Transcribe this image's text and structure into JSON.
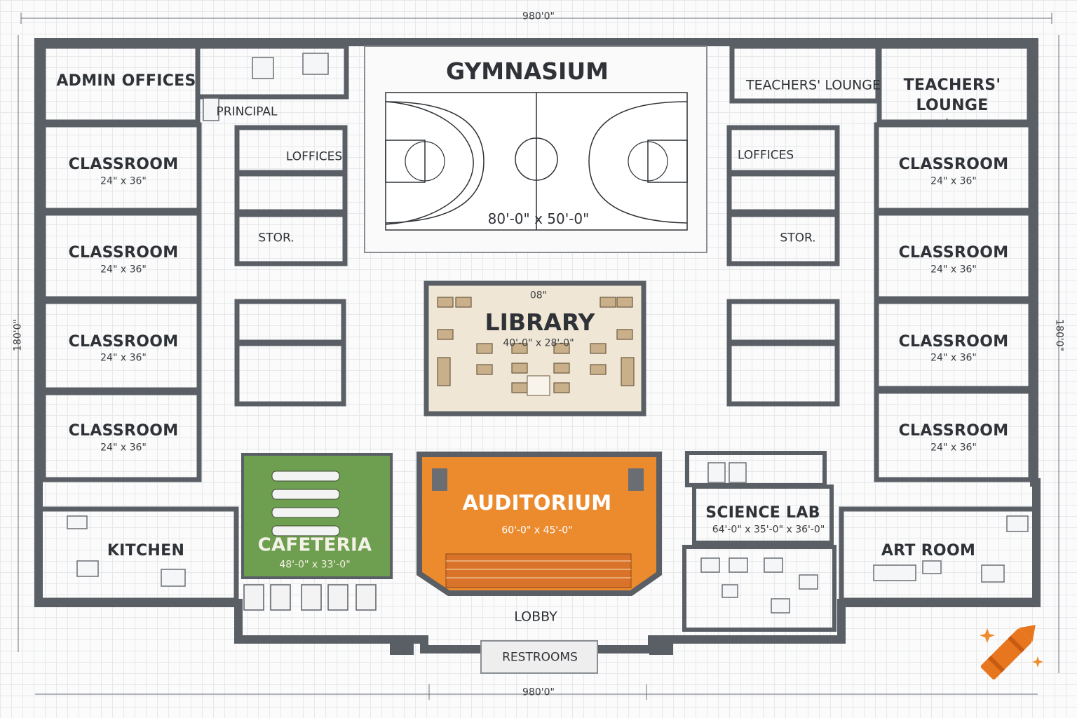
{
  "dimensions": {
    "top": "980'0\"",
    "bottom": "980'0\"",
    "left": "180'0\"",
    "right": "180'0\""
  },
  "rooms": {
    "admin_offices": {
      "name": "ADMIN OFFICES"
    },
    "principal": {
      "name": "PRINCIPAL"
    },
    "gymnasium": {
      "name": "GYMNASIUM",
      "size": "80'-0\" x 50'-0\""
    },
    "teachers_lounge_small": {
      "name": "TEACHERS' LOUNGE"
    },
    "teachers_lounge": {
      "name_line1": "TEACHERS'",
      "name_line2": "LOUNGE"
    },
    "offices_left": {
      "name": "LOFFICES"
    },
    "offices_right": {
      "name": "LOFFICES"
    },
    "storage_left": {
      "name": "STOR."
    },
    "storage_right": {
      "name": "STOR."
    },
    "classrooms_left": [
      {
        "name": "CLASSROOM",
        "size": "24\" x 36\""
      },
      {
        "name": "CLASSROOM",
        "size": "24\" x 36\""
      },
      {
        "name": "CLASSROOM",
        "size": "24\" x 36\""
      },
      {
        "name": "CLASSROOM",
        "size": "24\" x 36\""
      }
    ],
    "classrooms_right": [
      {
        "name": "CLASSROOM",
        "size": "24\" x 36\""
      },
      {
        "name": "CLASSROOM",
        "size": "24\" x 36\""
      },
      {
        "name": "CLASSROOM",
        "size": "24\" x 36\""
      },
      {
        "name": "CLASSROOM",
        "size": "24\" x 36\""
      }
    ],
    "library": {
      "name": "LIBRARY",
      "size": "40'-0\" x 28'-0\"",
      "tag": "08\""
    },
    "kitchen": {
      "name": "KITCHEN"
    },
    "cafeteria": {
      "name": "CAFETERIA",
      "size": "48'-0\" x 33'-0\""
    },
    "auditorium": {
      "name": "AUDITORIUM",
      "size": "60'-0\" x 45'-0\""
    },
    "science_lab": {
      "name": "SCIENCE LAB",
      "size": "64'-0\" x 35'-0\" x 36'-0\""
    },
    "art_room": {
      "name": "ART ROOM"
    },
    "lobby": {
      "name": "LOBBY"
    },
    "restrooms": {
      "name": "RESTROOMS"
    }
  },
  "colors": {
    "wall": "#5a5f66",
    "cafeteria": "#6e9e4f",
    "auditorium": "#ec8a2e",
    "library_floor": "#efe6d6",
    "crayon": "#e8761f"
  },
  "icons": {
    "watermark": "crayon-logo-icon"
  }
}
